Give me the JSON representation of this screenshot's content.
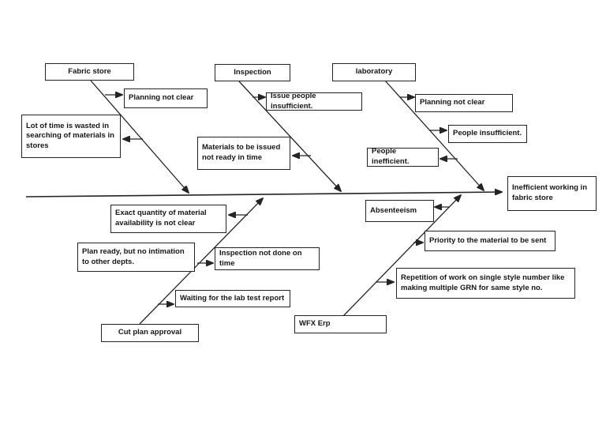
{
  "fishbone": {
    "effect": "Inefficient working in fabric store",
    "branches": [
      {
        "category": "Fabric store",
        "side": "top",
        "causes": [
          "Planning not clear",
          "Lot of time is wasted in searching of materials in stores"
        ]
      },
      {
        "category": "Inspection",
        "side": "top",
        "causes": [
          "Issue people insufficient.",
          "Materials to be issued not ready in time"
        ]
      },
      {
        "category": "laboratory",
        "side": "top",
        "causes": [
          "Planning not clear",
          "People insufficient.",
          "People inefficient."
        ]
      },
      {
        "category": "Cut plan approval",
        "side": "bottom",
        "causes": [
          "Exact quantity of material availability is not clear",
          "Plan ready, but no intimation to other depts.",
          "Inspection not done on time",
          "Waiting for the lab test report"
        ]
      },
      {
        "category": "WFX Erp",
        "side": "bottom",
        "causes": [
          "Absenteeism",
          "Priority to the material to be sent",
          "Repetition of work on single style number like making multiple GRN for same style no."
        ]
      }
    ],
    "colors": {
      "ink": "#242424",
      "background": "#ffffff"
    }
  }
}
